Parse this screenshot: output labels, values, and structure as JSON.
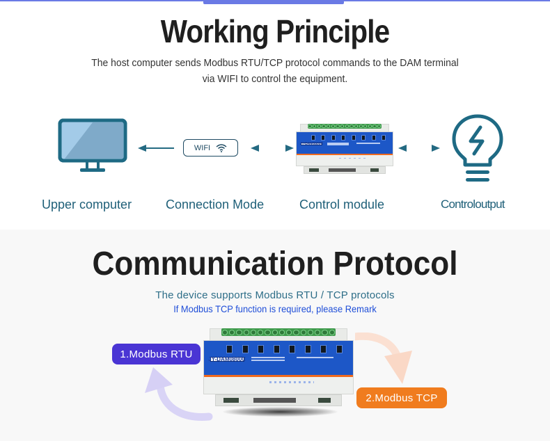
{
  "header": {
    "accent_color": "#6a7ae5"
  },
  "working_principle": {
    "title": "Working Principle",
    "description_line1": "The host computer sends Modbus RTU/TCP protocol commands to the DAM terminal",
    "description_line2": "via WIFI to control the equipment.",
    "diagram": {
      "nodes": [
        {
          "id": "upper",
          "label": "Upper computer",
          "icon": "monitor-icon"
        },
        {
          "id": "conn",
          "label": "Connection Mode",
          "icon": "wifi-icon",
          "box_label": "WIFI"
        },
        {
          "id": "module",
          "label": "Control module",
          "icon": "device-module"
        },
        {
          "id": "output",
          "label": "Controloutput",
          "icon": "lightbulb-bolt-icon"
        }
      ],
      "arrows": [
        {
          "from": "conn",
          "to": "upper",
          "direction": "left"
        },
        {
          "from": "conn",
          "to": "module",
          "direction": "both"
        },
        {
          "from": "module",
          "to": "output",
          "direction": "both"
        }
      ],
      "icon_color": "#1e6a84"
    },
    "device_model": "JY-DAM0800C"
  },
  "communication_protocol": {
    "title": "Communication Protocol",
    "description_line1": "The device supports Modbus RTU / TCP protocols",
    "description_line2": "If Modbus TCP function is required, please Remark",
    "device_model": "JY-DAM0800C",
    "badges": [
      {
        "label": "1.Modbus RTU",
        "color": "#4a35d4"
      },
      {
        "label": "2.Modbus TCP",
        "color": "#f07c1e"
      }
    ]
  }
}
